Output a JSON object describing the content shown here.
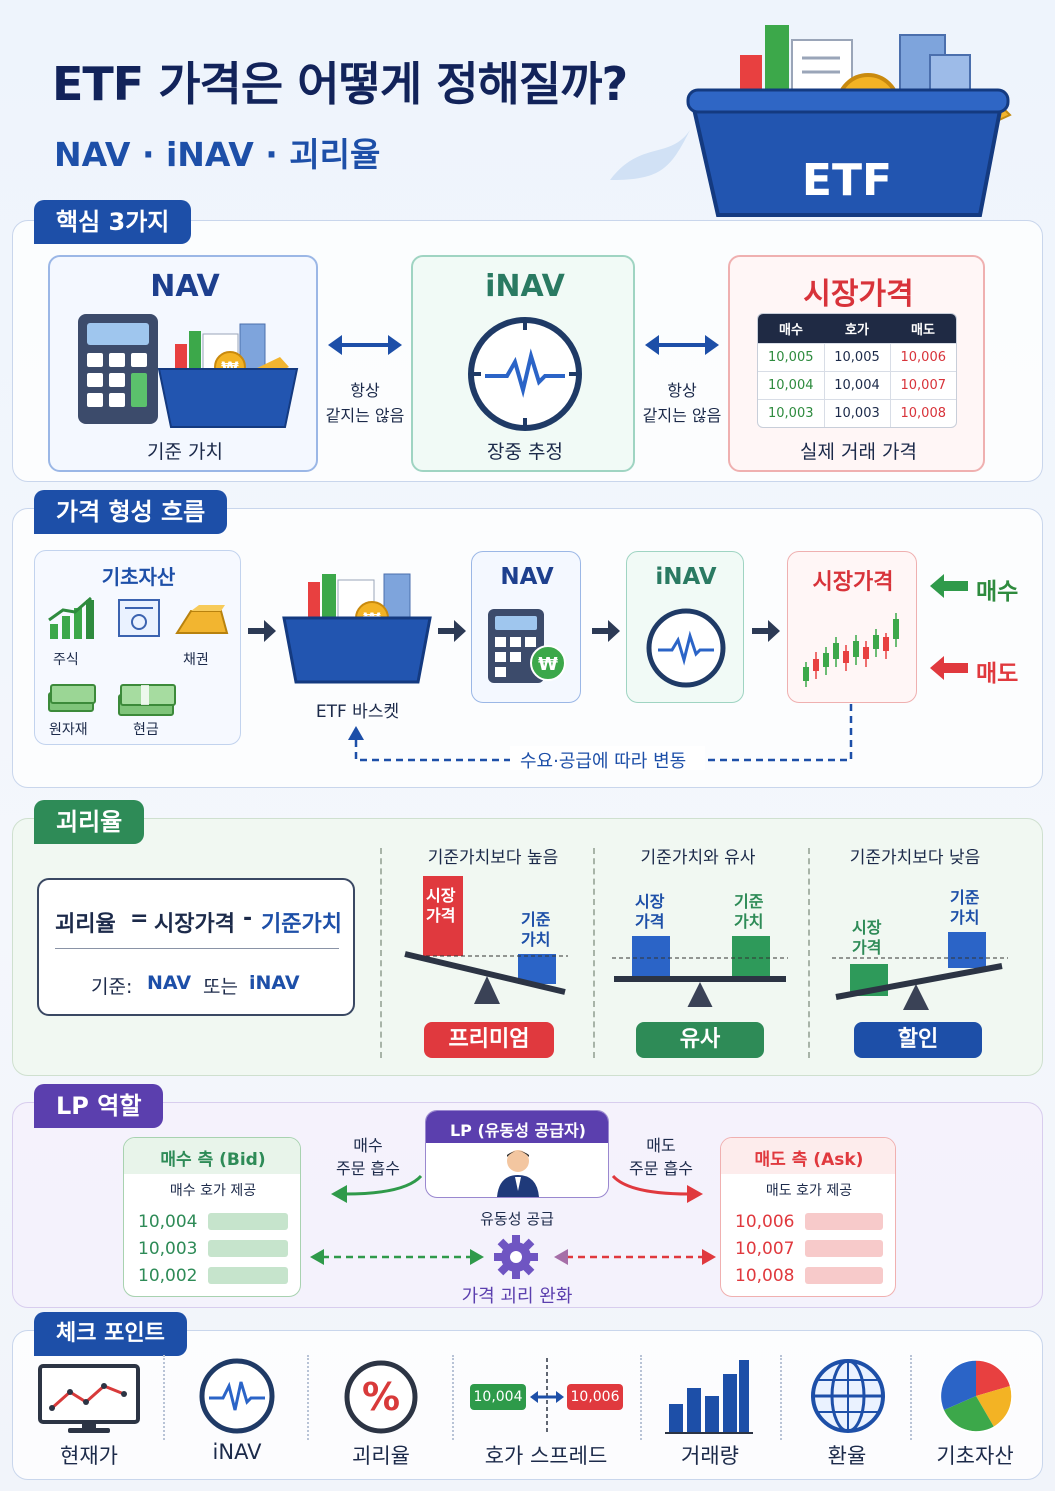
{
  "header": {
    "title": "ETF 가격은 어떻게 정해질까?",
    "subtitle": "NAV · iNAV · 괴리율",
    "basket_label": "ETF"
  },
  "core": {
    "tag": "핵심 3가지",
    "nav": {
      "title": "NAV",
      "caption": "기준 가치"
    },
    "inav": {
      "title": "iNAV",
      "caption": "장중 추정"
    },
    "market": {
      "title": "시장가격",
      "caption": "실제 거래 가격"
    },
    "link_label_1": "항상",
    "link_label_2": "같지는 않음",
    "quote_table": {
      "headers": [
        "매수",
        "호가",
        "매도"
      ],
      "rows": [
        [
          "10,005",
          "10,005",
          "10,006"
        ],
        [
          "10,004",
          "10,004",
          "10,007"
        ],
        [
          "10,003",
          "10,003",
          "10,008"
        ]
      ]
    }
  },
  "flow": {
    "tag": "가격 형성 흐름",
    "base_assets_title": "기초자산",
    "assets": [
      "주식",
      "채권",
      "원자재",
      "현금"
    ],
    "basket_caption": "ETF 바스켓",
    "nav": "NAV",
    "inav": "iNAV",
    "market": "시장가격",
    "buy": "매수",
    "sell": "매도",
    "feedback": "수요·공급에 따라 변동"
  },
  "premium": {
    "tag": "괴리율",
    "formula_label": "괴리율",
    "formula_eq": "=",
    "formula_market": "시장가격",
    "formula_minus": "-",
    "formula_nav": "기준가치",
    "basis_prefix": "기준:",
    "basis_nav": "NAV",
    "basis_or": "또는",
    "basis_inav": "iNAV",
    "cases": [
      {
        "title": "기준가치보다 높음",
        "market": "시장\n가격",
        "nav": "기준\n가치",
        "badge": "프리미엄"
      },
      {
        "title": "기준가치와 유사",
        "market": "시장\n가격",
        "nav": "기준\n가치",
        "badge": "유사"
      },
      {
        "title": "기준가치보다 낮음",
        "market": "시장\n가격",
        "nav": "기준\n가치",
        "badge": "할인"
      }
    ]
  },
  "lp": {
    "tag": "LP 역할",
    "center_title": "LP (유동성 공급자)",
    "center_caption": "유동성 공급",
    "gear_caption": "가격 괴리 완화",
    "bid": {
      "title": "매수 측 (Bid)",
      "sub": "매수 호가 제공",
      "prices": [
        "10,004",
        "10,003",
        "10,002"
      ]
    },
    "ask": {
      "title": "매도 측 (Ask)",
      "sub": "매도 호가 제공",
      "prices": [
        "10,006",
        "10,007",
        "10,008"
      ]
    },
    "left_arrow_1": "매수",
    "left_arrow_2": "주문 흡수",
    "right_arrow_1": "매도",
    "right_arrow_2": "주문 흡수"
  },
  "check": {
    "tag": "체크 포인트",
    "items": [
      "현재가",
      "iNAV",
      "괴리율",
      "호가 스프레드",
      "거래량",
      "환율",
      "기초자산"
    ],
    "spread_bid": "10,004",
    "spread_ask": "10,006"
  },
  "colors": {
    "navy": "#12235a",
    "blue": "#1d4fa8",
    "green": "#2e8b57",
    "red": "#e0393e",
    "purple": "#5b3fae"
  }
}
